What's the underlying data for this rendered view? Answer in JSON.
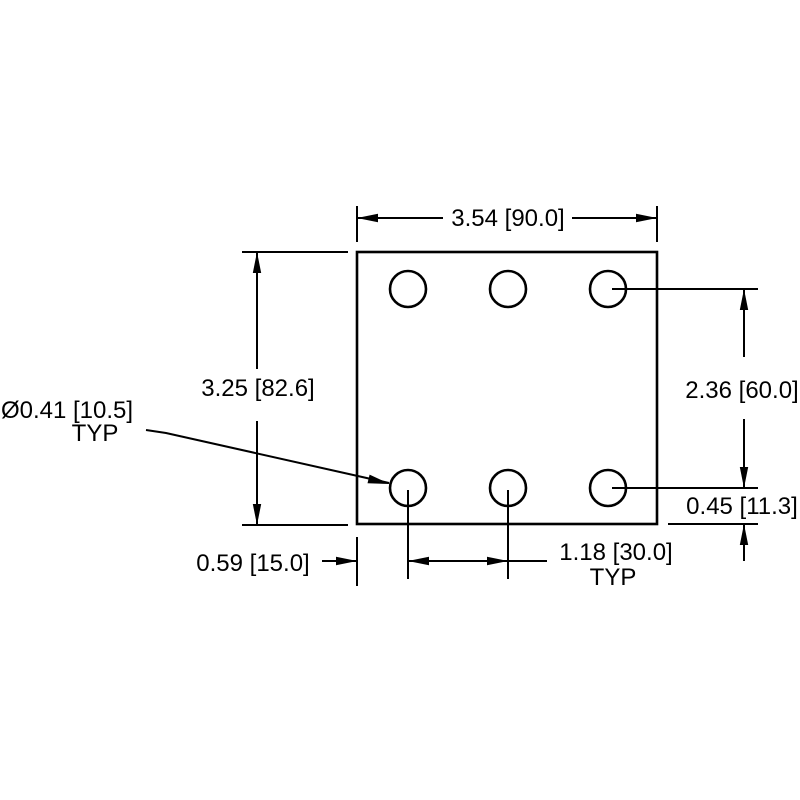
{
  "drawing": {
    "type": "mechanical-dimension-drawing",
    "background_color": "#ffffff",
    "line_color": "#000000",
    "part": {
      "shape": "square-plate",
      "hole_count": 6,
      "hole_rows": 2,
      "hole_columns": 3
    },
    "dimensions": {
      "width": {
        "label": "3.54 [90.0]"
      },
      "height": {
        "label": "3.25 [82.6]"
      },
      "hole_diameter": {
        "label": "Ø0.41 [10.5]",
        "qualifier": "TYP"
      },
      "hole_row_spacing": {
        "label": "2.36 [60.0]"
      },
      "bottom_edge_offset": {
        "label": "0.45 [11.3]"
      },
      "left_edge_offset": {
        "label": "0.59 [15.0]"
      },
      "hole_column_spacing": {
        "label": "1.18 [30.0]",
        "qualifier": "TYP"
      }
    }
  }
}
